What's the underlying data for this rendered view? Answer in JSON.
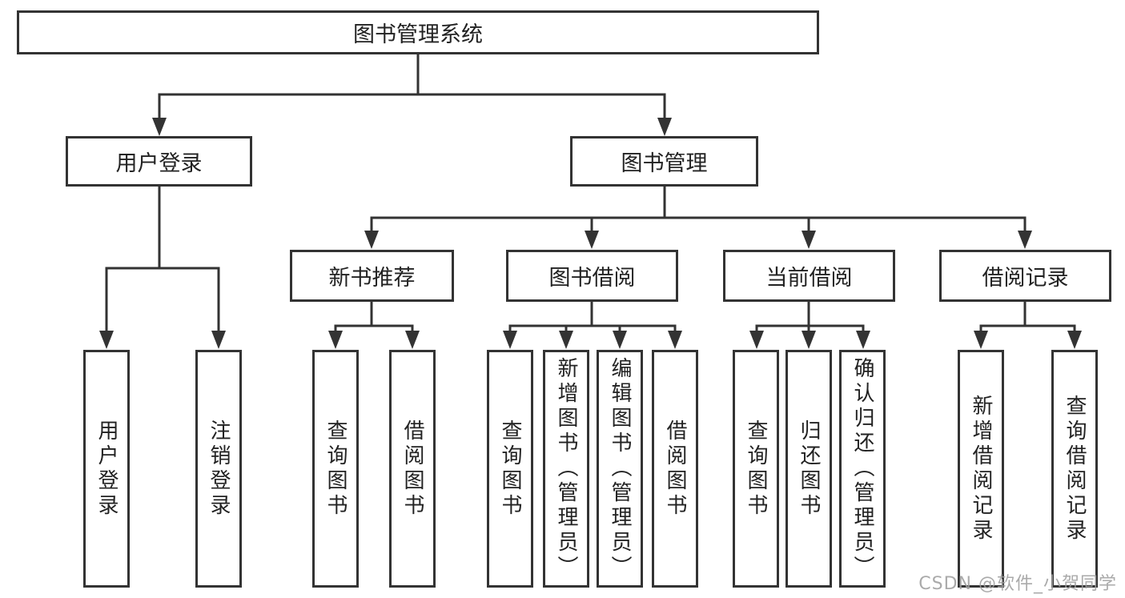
{
  "diagram": {
    "title": "图书管理系统",
    "level2": [
      {
        "label": "用户登录"
      },
      {
        "label": "图书管理"
      }
    ],
    "level3": [
      {
        "label": "新书推荐"
      },
      {
        "label": "图书借阅"
      },
      {
        "label": "当前借阅"
      },
      {
        "label": "借阅记录"
      }
    ],
    "groups": {
      "user_login_children": [
        {
          "label": "用户登录"
        },
        {
          "label": "注销登录"
        }
      ],
      "new_books_children": [
        {
          "label": "查询图书"
        },
        {
          "label": "借阅图书"
        }
      ],
      "book_borrow_children": [
        {
          "label": "查询图书"
        },
        {
          "label": "新增图书（管理员）"
        },
        {
          "label": "编辑图书（管理员）"
        },
        {
          "label": "借阅图书"
        }
      ],
      "current_borrow_children": [
        {
          "label": "查询图书"
        },
        {
          "label": "归还图书"
        },
        {
          "label": "确认归还（管理员）"
        }
      ],
      "borrow_records_children": [
        {
          "label": "新增借阅记录"
        },
        {
          "label": "查询借阅记录"
        }
      ]
    },
    "colors": {
      "line": "#333333",
      "text": "#222222",
      "background": "#ffffff",
      "watermark": "#9e9e9e"
    }
  },
  "watermark": {
    "text": "CSDN @软件_小贺同学"
  }
}
